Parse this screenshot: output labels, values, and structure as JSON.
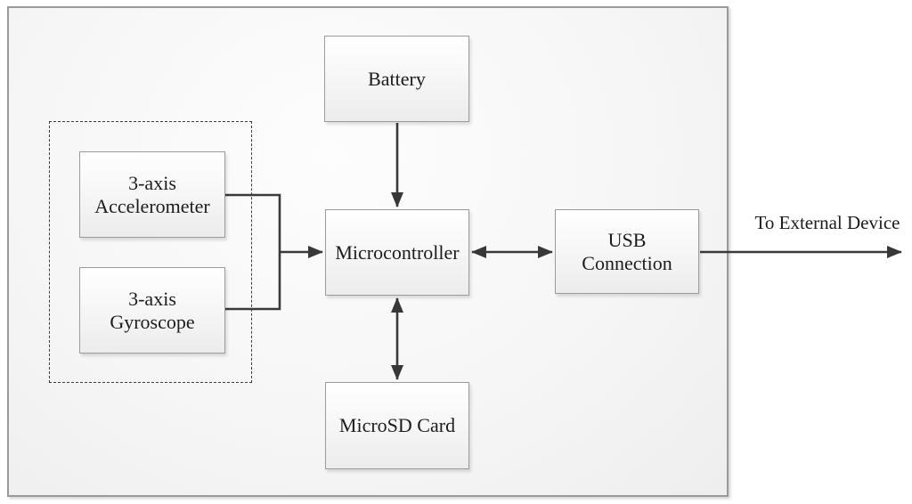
{
  "nodes": {
    "battery": {
      "label": "Battery"
    },
    "accelerometer": {
      "label": "3-axis\nAccelerometer"
    },
    "gyroscope": {
      "label": "3-axis\nGyroscope"
    },
    "microcontroller": {
      "label": "Microcontroller"
    },
    "usb": {
      "label": "USB\nConnection"
    },
    "microsd": {
      "label": "MicroSD Card"
    }
  },
  "annotation": {
    "external_device_label": "To External Device"
  },
  "connections": [
    {
      "from": "Battery",
      "to": "Microcontroller",
      "direction": "one-way"
    },
    {
      "from": "3-axis Accelerometer",
      "to": "Microcontroller",
      "direction": "one-way"
    },
    {
      "from": "3-axis Gyroscope",
      "to": "Microcontroller",
      "direction": "one-way"
    },
    {
      "from": "Microcontroller",
      "to": "USB Connection",
      "direction": "two-way"
    },
    {
      "from": "Microcontroller",
      "to": "MicroSD Card",
      "direction": "two-way"
    },
    {
      "from": "USB Connection",
      "to": "To External Device",
      "direction": "one-way"
    }
  ],
  "colors": {
    "arrow_line": "#3a3a3a",
    "box_border": "#9b9b9b",
    "box_fill_top": "#ffffff",
    "box_fill_bottom": "#ececec",
    "outer_border": "#9a9a9a",
    "dashed_border": "#3c3c3c",
    "text": "#1c1c1c",
    "canvas_background": "#ffffff"
  }
}
